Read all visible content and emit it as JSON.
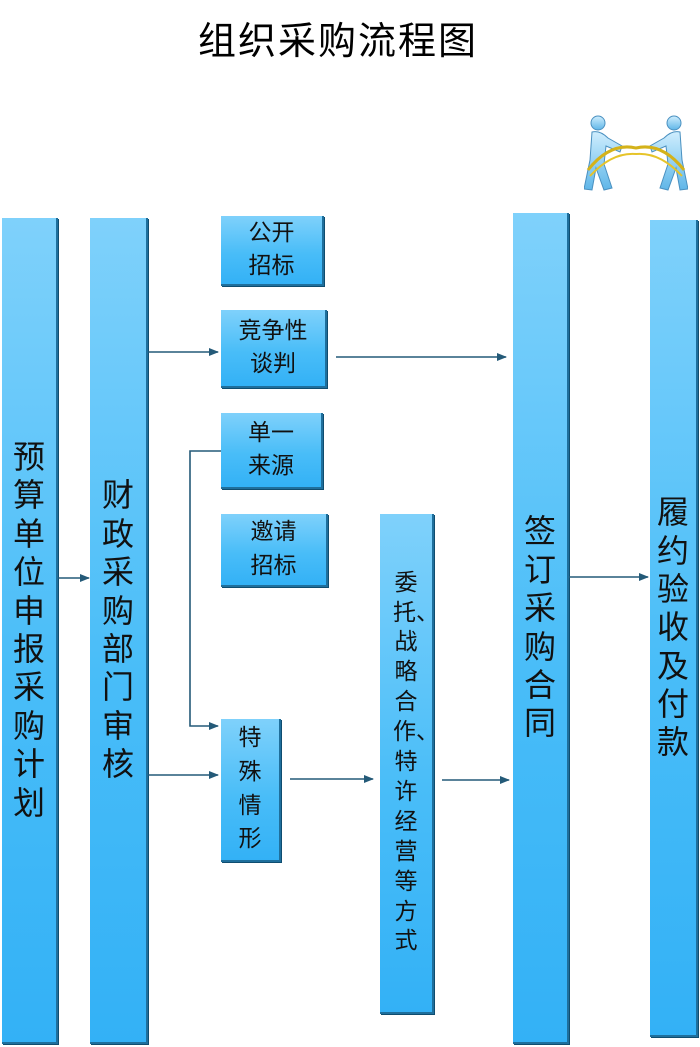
{
  "title": "组织采购流程图",
  "colors": {
    "box_fill": "#49bdf8",
    "box_edge": "#1f6f9c",
    "arrow": "#245a78"
  },
  "icon": "tug-of-war-icon",
  "nodes": {
    "budget": "预算单位申报采购计划",
    "review": "财政采购部门审核",
    "open_tender": "公开招标",
    "negotiation": "竞争性谈判",
    "single_source": "单一来源",
    "invited_tender": "邀请招标",
    "special": "特殊情形",
    "entrust": "委托、战略合作、特许经营等方式",
    "contract": "签订采购合同",
    "acceptance": "履约验收及付款"
  }
}
